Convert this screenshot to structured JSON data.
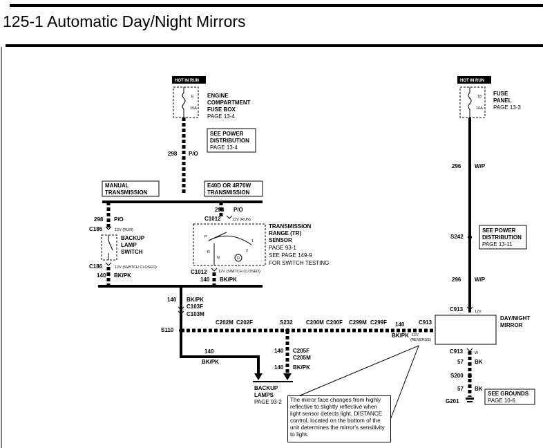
{
  "title": "125-1 Automatic Day/Night Mirrors",
  "hot_left": "HOT IN RUN",
  "hot_right": "HOT IN RUN",
  "fuse_left": {
    "num": "E",
    "amp": "15A",
    "l1": "ENGINE",
    "l2": "COMPARTMENT",
    "l3": "FUSE BOX",
    "l4": "PAGE 13-4"
  },
  "fuse_right": {
    "num": "18",
    "amp": "10A",
    "l1": "FUSE",
    "l2": "PANEL",
    "l3": "PAGE 13-3"
  },
  "see_power_left": {
    "l1": "SEE  POWER",
    "l2": "DISTRIBUTION",
    "l3": "PAGE 13-4"
  },
  "see_power_right": {
    "l1": "SEE  POWER",
    "l2": "DISTRIBUTION",
    "l3": "PAGE 13-11"
  },
  "see_grounds": {
    "l1": "SEE  GROUNDS",
    "l2": "PAGE 10-6"
  },
  "manual": {
    "l1": "MANUAL",
    "l2": "TRANSMISSION"
  },
  "e40d": {
    "l1": "E40D OR 4R70W",
    "l2": "TRANSMISSION"
  },
  "wires": {
    "w298_po": "P/O",
    "num298": "298",
    "w296_wp": "W/P",
    "num296": "296",
    "num140": "140",
    "bkpk": "BK/PK",
    "num57": "57",
    "bk": "BK",
    "w": "W"
  },
  "connectors": {
    "c186": "C186",
    "c1012": "C1012",
    "c103f": "C103F",
    "c103m": "C103M",
    "c202m": "C202M",
    "c202f": "C202F",
    "c200m": "C200M",
    "c200f": "C200F",
    "c299m": "C299M",
    "c299f": "C299F",
    "c913": "C913",
    "c205f": "C205F",
    "c205m": "C205M"
  },
  "splices": {
    "s110": "S110",
    "s232": "S232",
    "s242": "S242",
    "s200": "S200",
    "g201": "G201"
  },
  "pin_labels": {
    "run": "12V (RUN)",
    "switch_closed": "12V (SWITCH CLOSED)",
    "v12": "12V",
    "reverse": "(REVERSE)"
  },
  "backup_switch": {
    "l1": "BACKUP",
    "l2": "LAMP",
    "l3": "SWITCH"
  },
  "tr_sensor": {
    "l1": "TRANSMISSION",
    "l2": "RANGE (TR)",
    "l3": "SENSOR",
    "l4": "PAGE 93-1",
    "l5": "SEE PAGE 149-9",
    "l6": "FOR SWITCH TESTING",
    "p": "P",
    "r": "R",
    "n": "N",
    "d": "D",
    "two": "2",
    "one": "1"
  },
  "mirror": {
    "l1": "DAY/NIGHT",
    "l2": "MIRROR"
  },
  "backup_lamps": {
    "l1": "BACKUP",
    "l2": "LAMPS",
    "l3": "PAGE 93-2"
  },
  "note": "The mirror face changes from highly reflective to slightly reflective when light sensor detects light. DISTANCE control, located on the bottom of the unit determines the mirror's sensitivity to light."
}
